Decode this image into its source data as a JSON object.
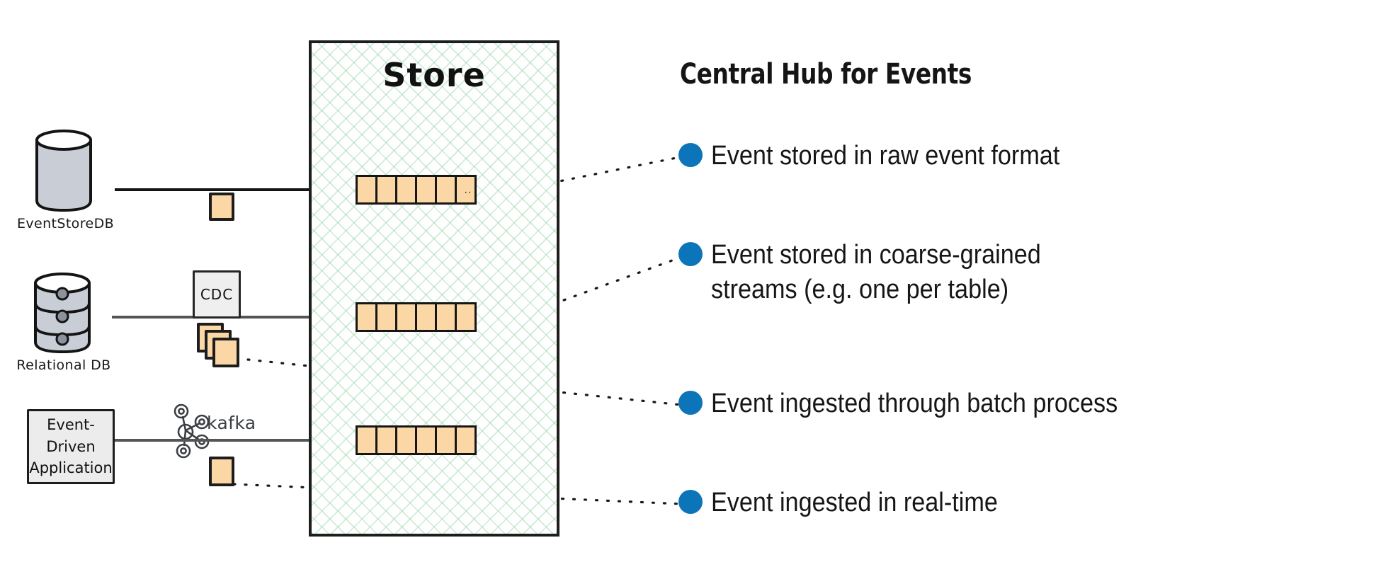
{
  "diagram": {
    "title": "Central Hub for Events",
    "store": {
      "label": "Store",
      "streams": [
        {
          "name": "raw-event-stream",
          "cells": 6,
          "ellipsis": ".."
        },
        {
          "name": "coarse-grained-stream",
          "cells": 6,
          "ellipsis": ""
        },
        {
          "name": "realtime-stream",
          "cells": 6,
          "ellipsis": ""
        }
      ]
    },
    "sources": [
      {
        "id": "eventstoredb",
        "label": "EventStoreDB",
        "shape": "cylinder",
        "pipeline_label": "",
        "payload": "single-event"
      },
      {
        "id": "relational-db",
        "label": "Relational DB",
        "shape": "database-stack",
        "pipeline_label": "CDC",
        "payload": "event-batch"
      },
      {
        "id": "event-driven-application",
        "label": "Event-\nDriven\nApplication",
        "label_lines": [
          "Event-",
          "Driven",
          "Application"
        ],
        "shape": "rectangle",
        "pipeline_label": "kafka",
        "payload": "single-event"
      }
    ],
    "bullets": [
      {
        "id": "raw-format",
        "text": "Event stored in raw event format"
      },
      {
        "id": "coarse-grained",
        "text": "Event stored in coarse-grained\nstreams (e.g. one per table)"
      },
      {
        "id": "batch-process",
        "text": "Event ingested through batch process"
      },
      {
        "id": "real-time",
        "text": "Event ingested in real-time"
      }
    ],
    "colors": {
      "bullet": "#0C74B8",
      "event_fill": "#FAD7A5",
      "store_hatch": "#78C88C",
      "stroke": "#1D1D1D",
      "db_fill": "#C9CED6"
    }
  }
}
